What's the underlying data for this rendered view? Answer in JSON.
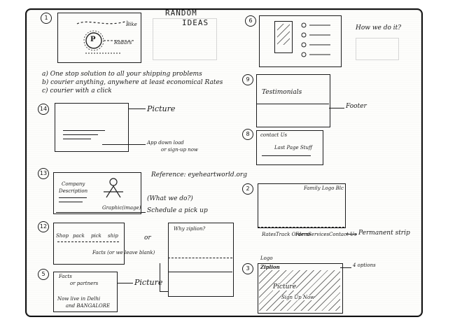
{
  "title_line1": "RANDOM",
  "title_line2": "IDEAS",
  "numbers": [
    "1",
    "14",
    "13",
    "12",
    "5",
    "6",
    "9",
    "8",
    "2",
    "3"
  ],
  "s1": {
    "label_top": "Bike",
    "label_right": "Radars",
    "center": "P"
  },
  "bullets": [
    "a) One stop solution to all your shipping problems",
    "b) courier anything, anywhere at least economical Rates",
    "c) courier with a click"
  ],
  "s14": {
    "picture": "Picture",
    "app": "App down load",
    "signup": "or sign-up now"
  },
  "s13": {
    "reference": "Reference: eyeheartworld.org",
    "company": "Company",
    "description": "Description",
    "graphic": "Graphic(image)",
    "what": "(What we do?)",
    "schedule": "Schedule a pick up"
  },
  "s12": {
    "items": [
      "Shop",
      "pack",
      "pick",
      "ship"
    ],
    "or": "or",
    "facts": "Facts (or we leave blank)",
    "why": "Why ziplion?"
  },
  "s5": {
    "facts": "Facts",
    "partners": "or partners",
    "picture": "Picture",
    "now_live": "Now live in Delhi",
    "and": "and BANGALORE"
  },
  "s6": {
    "how": "How we do it?"
  },
  "s9": {
    "testimonials": "Testimonials",
    "footer": "Footer"
  },
  "s8": {
    "contact": "contact Us",
    "last": "Last Page Stuff"
  },
  "s2": {
    "top": "Family Logo Blc",
    "links": [
      "Rates",
      "Track Orders",
      "Forms",
      "Services",
      "Contact Us"
    ],
    "strip": "Permanent strip"
  },
  "s3": {
    "logo": "Logo",
    "ziplion": "Ziplion",
    "options": "4 options",
    "picture": "Picture",
    "signup": "Sign Up Now"
  }
}
